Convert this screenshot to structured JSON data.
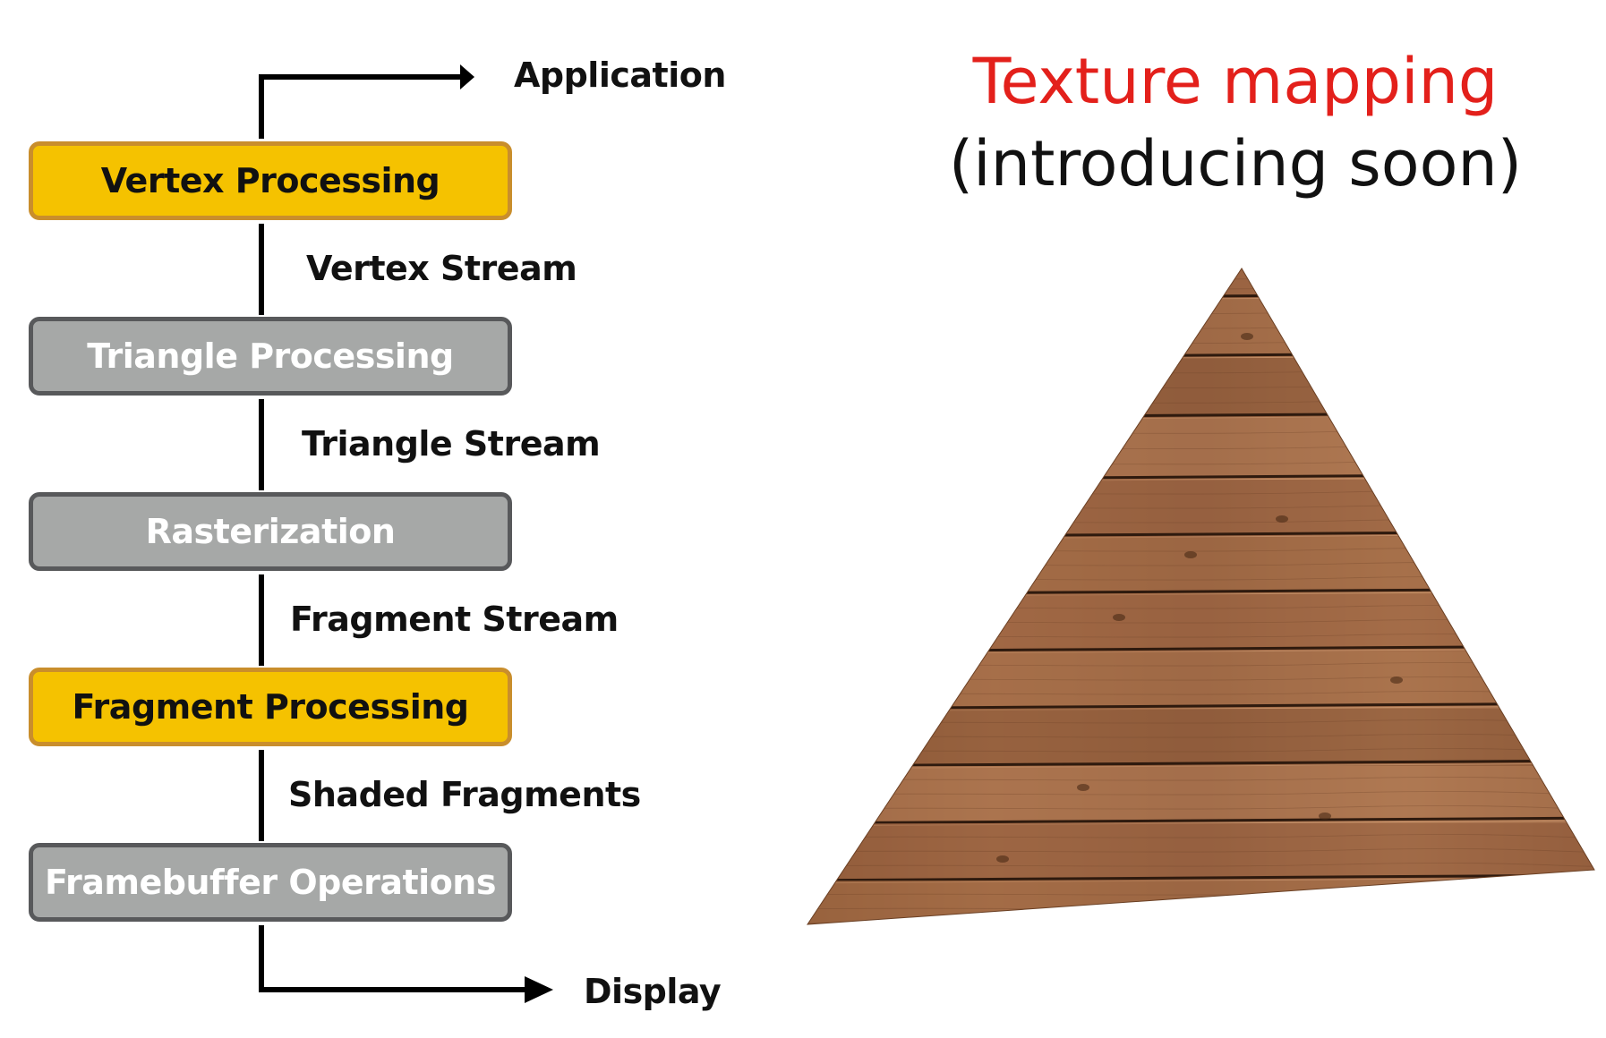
{
  "pipeline": {
    "input_label": "Application",
    "output_label": "Display",
    "stages": [
      {
        "label": "Vertex Processing",
        "kind": "programmable"
      },
      {
        "label": "Triangle Processing",
        "kind": "fixed"
      },
      {
        "label": "Rasterization",
        "kind": "fixed"
      },
      {
        "label": "Fragment Processing",
        "kind": "programmable"
      },
      {
        "label": "Framebuffer Operations",
        "kind": "fixed"
      }
    ],
    "streams": [
      "Vertex Stream",
      "Triangle Stream",
      "Fragment Stream",
      "Shaded Fragments"
    ],
    "colors": {
      "programmable_fill": "#f5c200",
      "programmable_border": "#c98e2c",
      "fixed_fill": "#a6a8a7",
      "fixed_border": "#58595b"
    }
  },
  "right_panel": {
    "title": "Texture mapping",
    "subtitle": "(introducing soon)",
    "title_color": "#e3201b",
    "texture": "wood-planks"
  }
}
